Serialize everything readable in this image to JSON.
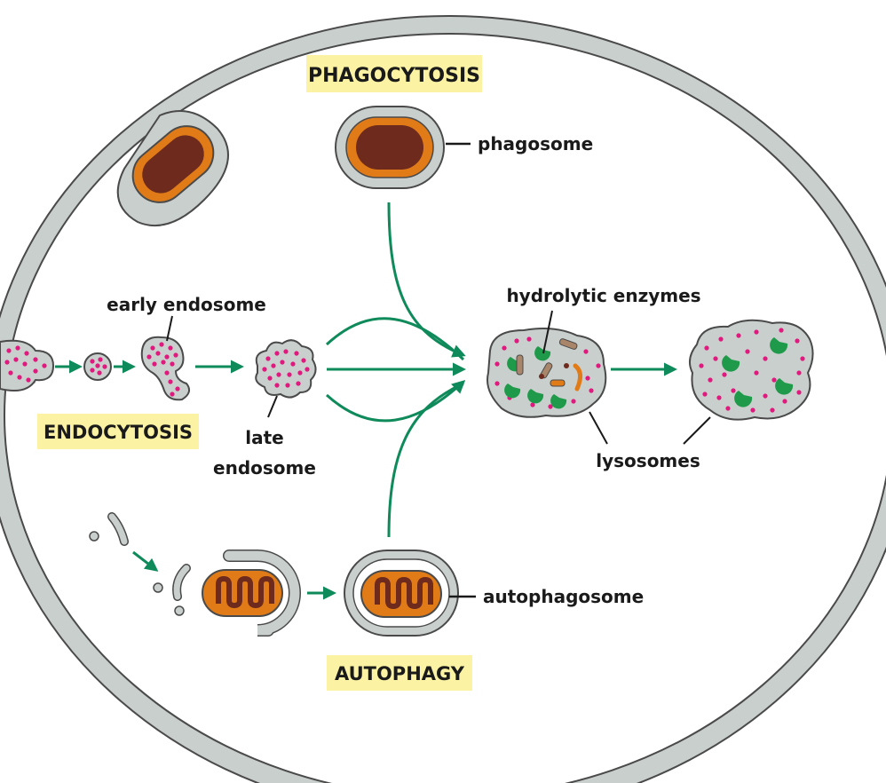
{
  "labels": {
    "phagocytosis": "PHAGOCYTOSIS",
    "endocytosis": "ENDOCYTOSIS",
    "autophagy": "AUTOPHAGY",
    "phagosome": "phagosome",
    "early_endosome": "early endosome",
    "late_endosome_line1": "late",
    "late_endosome_line2": "endosome",
    "hydrolytic_enzymes": "hydrolytic enzymes",
    "lysosomes": "lysosomes",
    "autophagosome": "autophagosome"
  },
  "colors": {
    "membrane": "#c9cfcc",
    "membrane_edge": "#4a4a4a",
    "arrow": "#0f8a5a",
    "cargo_dots": "#e0197e",
    "bacterium_outer": "#e07b17",
    "bacterium_inner": "#6e2a1c",
    "enzyme": "#1f9a4a",
    "highlight_box": "#fbf3a3",
    "lysosome_fill": "#c9cfcc"
  }
}
